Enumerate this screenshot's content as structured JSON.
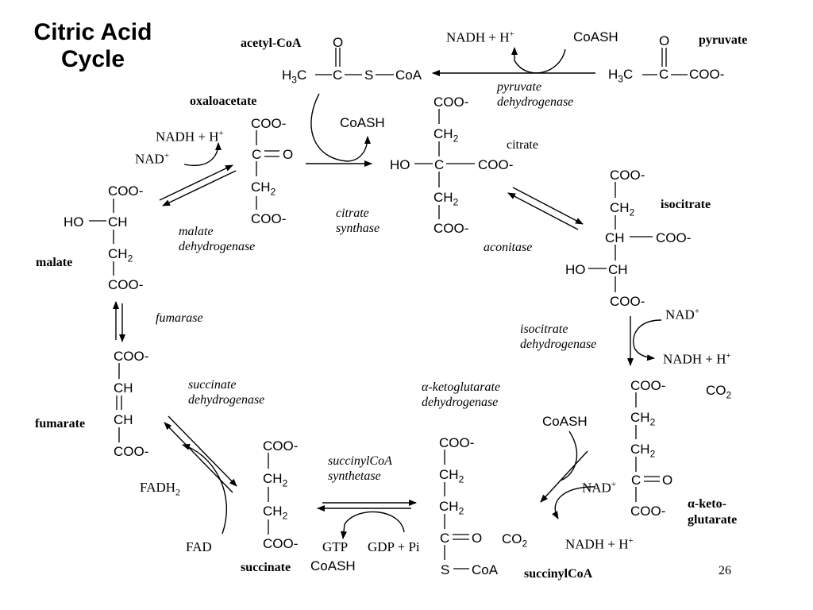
{
  "title_line1": "Citric Acid",
  "title_line2": "Cycle",
  "page_number": "26",
  "compounds": {
    "pyruvate": "pyruvate",
    "acetyl_coa": "acetyl-CoA",
    "oxaloacetate": "oxaloacetate",
    "citrate": "citrate",
    "isocitrate": "isocitrate",
    "alpha_kg_line1": "α-keto-",
    "alpha_kg_line2": "glutarate",
    "succinyl_coa": "succinylCoA",
    "succinate": "succinate",
    "fumarate": "fumarate",
    "malate": "malate"
  },
  "enzymes": {
    "pdh_line1": "pyruvate",
    "pdh_line2": "dehydrogenase",
    "cs_line1": "citrate",
    "cs_line2": "synthase",
    "aconitase": "aconitase",
    "idh_line1": "isocitrate",
    "idh_line2": "dehydrogenase",
    "akgdh_line1": "α-ketoglutarate",
    "akgdh_line2": "dehydrogenase",
    "scs_line1": "succinylCoA",
    "scs_line2": "synthetase",
    "sdh_line1": "succinate",
    "sdh_line2": "dehydrogenase",
    "fumarase": "fumarase",
    "mdh_line1": "malate",
    "mdh_line2": "dehydrogenase"
  },
  "cofactors": {
    "nadh_pdh": "NADH + H",
    "coash_pdh": "CoASH",
    "coash_cs": "CoASH",
    "nad_idh": "NAD",
    "nadh_idh": "NADH + H",
    "co2_idh": "CO",
    "coash_akg": "CoASH",
    "nad_akg": "NAD",
    "nadh_akg": "NADH + H",
    "co2_akg": "CO",
    "gtp": "GTP",
    "gdp_pi": "GDP + Pi",
    "coash_scs": "CoASH",
    "fadh2": "FADH",
    "fad": "FAD",
    "nadh_mdh": "NADH + H",
    "nad_mdh": "NAD"
  },
  "sup_plus": "+",
  "sub_two": "2",
  "chem": {
    "pyr_h3c": "H",
    "pyr_3": "3",
    "pyr_c": "C",
    "pyr_coo": "COO-",
    "pyr_o": "O",
    "ac_h3c": "H",
    "ac_3": "3",
    "ac_c": "C",
    "ac_s": "S",
    "ac_coa": "CoA",
    "ac_o": "O",
    "oaa_coo1": "COO-",
    "oaa_c": "C",
    "oaa_o": "O",
    "oaa_ch2": "CH",
    "oaa_coo2": "COO-",
    "cit_coo1": "COO-",
    "cit_ch2a": "CH",
    "cit_ho": "HO",
    "cit_c": "C",
    "cit_coo_side": "COO-",
    "cit_ch2b": "CH",
    "cit_coo2": "COO-",
    "iso_coo1": "COO-",
    "iso_ch2": "CH",
    "iso_ch": "CH",
    "iso_coo_side": "COO-",
    "iso_ho": "HO",
    "iso_ch_b": "CH",
    "iso_coo2": "COO-",
    "akg_coo1": "COO-",
    "akg_ch2a": "CH",
    "akg_ch2b": "CH",
    "akg_c": "C",
    "akg_o": "O",
    "akg_coo2": "COO-",
    "sca_coo1": "COO-",
    "sca_ch2a": "CH",
    "sca_ch2b": "CH",
    "sca_c": "C",
    "sca_o": "O",
    "sca_s": "S",
    "sca_coa": "CoA",
    "suc_coo1": "COO-",
    "suc_ch2a": "CH",
    "suc_ch2b": "CH",
    "suc_coo2": "COO-",
    "fum_coo1": "COO-",
    "fum_ch1": "CH",
    "fum_ch2": "CH",
    "fum_coo2": "COO-",
    "mal_coo1": "COO-",
    "mal_ho": "HO",
    "mal_ch": "CH",
    "mal_ch2": "CH",
    "mal_coo2": "COO-"
  }
}
